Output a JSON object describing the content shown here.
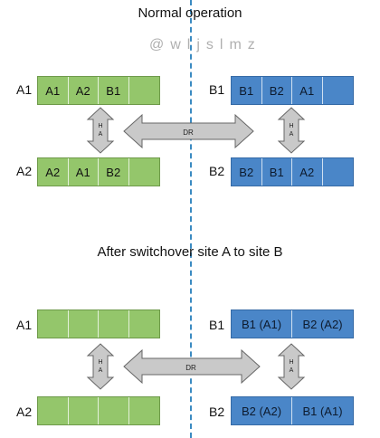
{
  "watermark": "@wljslmz",
  "section_top": {
    "title": "Normal operation",
    "site_a": {
      "row1": {
        "label": "A1",
        "cells": [
          "A1",
          "A2",
          "B1",
          ""
        ]
      },
      "row2": {
        "label": "A2",
        "cells": [
          "A2",
          "A1",
          "B2",
          ""
        ]
      }
    },
    "site_b": {
      "row1": {
        "label": "B1",
        "cells": [
          "B1",
          "B2",
          "A1",
          ""
        ]
      },
      "row2": {
        "label": "B2",
        "cells": [
          "B2",
          "B1",
          "A2",
          ""
        ]
      }
    },
    "ha_label": [
      "H",
      "A"
    ],
    "dr_label": "DR"
  },
  "section_bottom": {
    "title": "After switchover site A to site B",
    "site_a": {
      "row1": {
        "label": "A1",
        "cells": [
          "",
          "",
          "",
          ""
        ]
      },
      "row2": {
        "label": "A2",
        "cells": [
          "",
          "",
          "",
          ""
        ]
      }
    },
    "site_b": {
      "row1": {
        "label": "B1",
        "cells": [
          "B1 (A1)",
          "B2 (A2)"
        ]
      },
      "row2": {
        "label": "B2",
        "cells": [
          "B2 (A2)",
          "B1 (A1)"
        ]
      }
    },
    "ha_label": [
      "H",
      "A"
    ],
    "dr_label": "DR"
  },
  "colors": {
    "site_a_fill": "#94c66b",
    "site_b_fill": "#4a86c8",
    "arrow_fill": "#c9c9c9",
    "divider": "#3b8bc2"
  }
}
